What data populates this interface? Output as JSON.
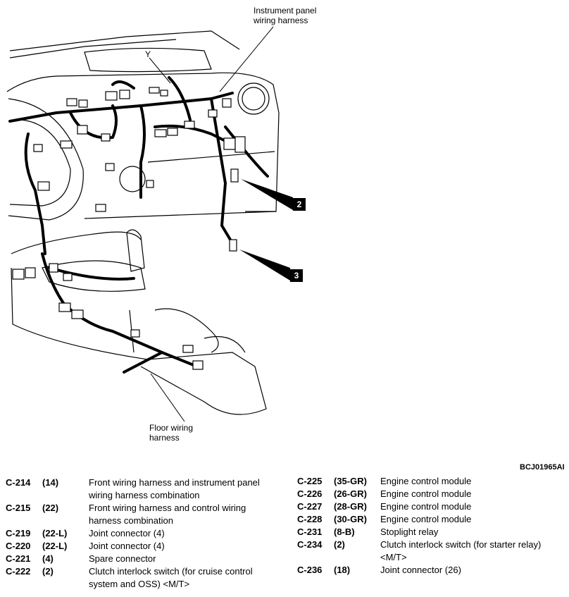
{
  "labels": {
    "instrument_panel": "Instrument panel\nwiring harness",
    "y_marker": "Y",
    "floor": "Floor wiring\nharness",
    "callout_2": "2",
    "callout_3": "3",
    "figure_code": "BCJ01965AI"
  },
  "connectors_left": [
    {
      "code": "C-214",
      "pins": "(14)",
      "desc": "Front wiring harness and instrument panel wiring harness combination"
    },
    {
      "code": "C-215",
      "pins": "(22)",
      "desc": "Front wiring harness and control wiring harness combination"
    },
    {
      "code": "C-219",
      "pins": "(22-L)",
      "desc": "Joint connector (4)"
    },
    {
      "code": "C-220",
      "pins": "(22-L)",
      "desc": "Joint connector (4)"
    },
    {
      "code": "C-221",
      "pins": "(4)",
      "desc": "Spare connector"
    },
    {
      "code": "C-222",
      "pins": "(2)",
      "desc": "Clutch interlock switch (for cruise control system and OSS) <M/T>"
    }
  ],
  "connectors_right": [
    {
      "code": "C-225",
      "pins": "(35-GR)",
      "desc": "Engine control module"
    },
    {
      "code": "C-226",
      "pins": "(26-GR)",
      "desc": "Engine control module"
    },
    {
      "code": "C-227",
      "pins": "(28-GR)",
      "desc": "Engine control module"
    },
    {
      "code": "C-228",
      "pins": "(30-GR)",
      "desc": "Engine control module"
    },
    {
      "code": "C-231",
      "pins": "(8-B)",
      "desc": "Stoplight relay"
    },
    {
      "code": "C-234",
      "pins": "(2)",
      "desc": "Clutch interlock switch (for starter relay) <M/T>"
    },
    {
      "code": "C-236",
      "pins": "(18)",
      "desc": "Joint connector (26)"
    }
  ]
}
